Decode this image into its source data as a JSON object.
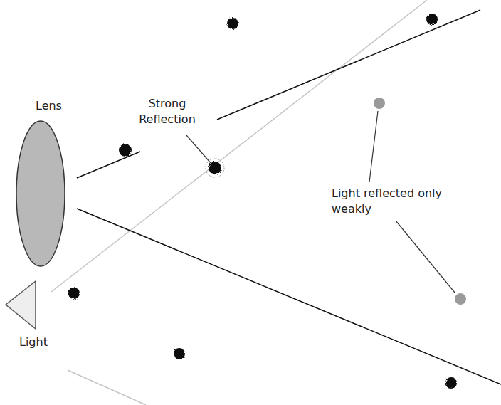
{
  "diagram": {
    "nodes": [
      {
        "text": [
          "Lens"
        ]
      },
      {
        "text": [
          "Light"
        ]
      }
    ],
    "labels": [
      "Strong Reflection",
      "Light reflected only weakly"
    ]
  }
}
